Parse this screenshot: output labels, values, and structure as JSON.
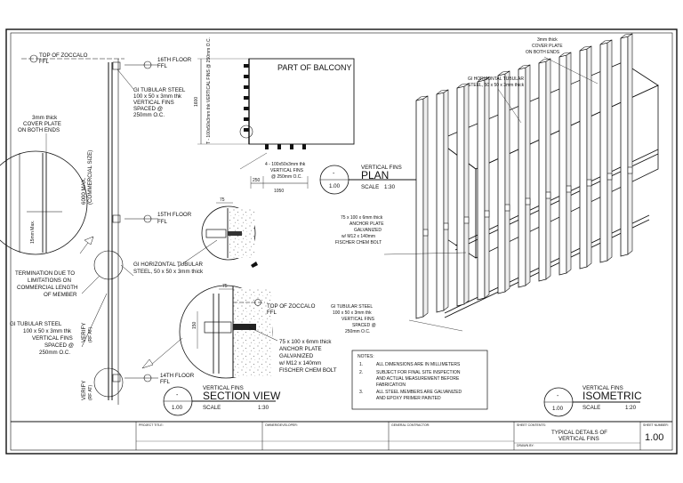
{
  "section": {
    "top_zoccalo": "TOP OF ZOCCALO",
    "ffl": "FFL",
    "floor_16": "16TH FLOOR",
    "floor_15": "15TH FLOOR",
    "floor_14": "14TH FLOOR",
    "gi_tubular": "GI TUBULAR STEEL",
    "gi_size": "100 x 50 x 3mm thk",
    "vertical_fins": "VERTICAL FINS",
    "spaced": "SPACED @",
    "spacing": "250mm O.C.",
    "cover1": "3mm thick",
    "cover2": "COVER PLATE",
    "cover3": "ON BOTH ENDS",
    "max_len": "6000 MAX.",
    "commercial": "(COMMERCIAL SIZE)",
    "max_15": "15mm Max.",
    "term1": "TERMINATION DUE TO",
    "term2": "LIMITATIONS ON",
    "term3": "COMMERCIAL LENGTH",
    "term4": "OF MEMBER",
    "verify": "VERIFY",
    "verify_a": "(RF AT)",
    "verify_b": "(RF AT)",
    "gi_horiz1": "GI HORIZONTAL TUBULAR",
    "gi_horiz2": "STEEL, 50 x 50 x 3mm thick",
    "anchor1": "75 x 100 x 6mm thick",
    "anchor2": "ANCHOR PLATE",
    "anchor3": "GALVANIZED",
    "anchor4": "w/ M12 x 140mm",
    "anchor5": "FISCHER CHEM BOLT",
    "dim_75": "75",
    "dim_150": "150",
    "dim_75b": "75",
    "title_small": "VERTICAL FINS",
    "title": "SECTION VIEW",
    "scale_label": "SCALE",
    "scale": "1:30",
    "ref_top": "-",
    "ref_num": "1.00"
  },
  "plan": {
    "balcony": "PART OF BALCONY",
    "side_note": "T - 100x50x3mm thk VERTICAL FINS @ 250mm O.C.",
    "dim_1600": "1600",
    "fins1": "4 - 100x50x3mm thk",
    "fins2": "VERTICAL FINS",
    "fins3": "@ 250mm O.C.",
    "dim_250": "250",
    "dim_1050": "1050",
    "title_small": "VERTICAL FINS",
    "title": "PLAN",
    "scale_label": "SCALE",
    "scale": "1:30",
    "ref_top": "-",
    "ref_num": "1.00"
  },
  "iso": {
    "cover1": "3mm thick",
    "cover2": "COVER PLATE",
    "cover3": "ON BOTH ENDS",
    "horiz1": "GI HORIZONTAL TUBULAR",
    "horiz2": "STEEL, 50 x 50 x 3mm thick",
    "anchor1": "75 x 100 x 6mm thick",
    "anchor2": "ANCHOR PLATE",
    "anchor3": "GALVANIZED",
    "anchor4": "w/ M12 x 140mm",
    "anchor5": "FISCHER CHEM BOLT",
    "tub1": "GI TUBULAR STEEL",
    "tub2": "100 x 50 x 3mm thk",
    "tub3": "VERTICAL FINS",
    "tub4": "SPACED @",
    "tub5": "250mm O.C.",
    "title_small": "VERTICAL FINS",
    "title": "ISOMETRIC",
    "scale_label": "SCALE",
    "scale": "1:20",
    "ref_top": "-",
    "ref_num": "1.00"
  },
  "notes": {
    "heading": "NOTES:",
    "n1": "1.",
    "n1a": "ALL DIMENSIONS ARE IN MILLIMETERS",
    "n2": "2.",
    "n2a": "SUBJECT FOR FINAL SITE INSPECTION",
    "n2b": "AND ACTUAL MEASUREMENT BEFORE",
    "n2c": "FABRICATION",
    "n3": "3.",
    "n3a": "ALL STEEL MEMBERS ARE GALVANIZED",
    "n3b": "AND EPOXY PRIMER PAINTED"
  },
  "title_block": {
    "project_title": "PROJECT TITLE:",
    "owner": "OWNER/DEVELOPER:",
    "contractor": "GENERAL CONTRACTOR:",
    "sheet_contents": "SHEET CONTENTS:",
    "sheet_title1": "TYPICAL DETAILS OF",
    "sheet_title2": "VERTICAL FINS",
    "drawn": "DRAWN BY:",
    "sheet_number_label": "SHEET NUMBER:",
    "sheet_number": "1.00"
  }
}
